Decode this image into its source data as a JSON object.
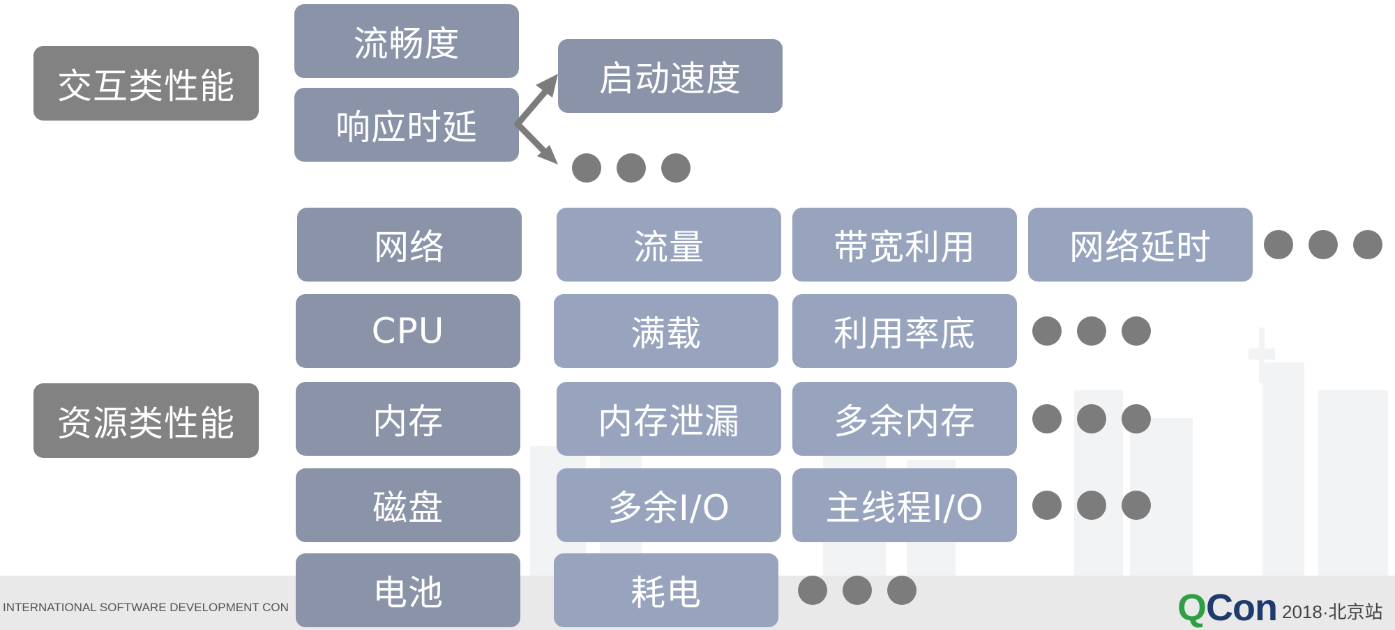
{
  "categories": {
    "interaction": "交互类性能",
    "resource": "资源类性能"
  },
  "interaction": {
    "smoothness": "流畅度",
    "latency": "响应时延",
    "startup": "启动速度"
  },
  "resource_rows": {
    "network": {
      "label": "网络",
      "items": [
        "流量",
        "带宽利用",
        "网络延时"
      ]
    },
    "cpu": {
      "label": "CPU",
      "items": [
        "满载",
        "利用率底"
      ]
    },
    "memory": {
      "label": "内存",
      "items": [
        "内存泄漏",
        "多余内存"
      ]
    },
    "disk": {
      "label": "磁盘",
      "items": [
        "多余I/O",
        "主线程I/O"
      ]
    },
    "battery": {
      "label": "电池",
      "items": [
        "耗电"
      ]
    }
  },
  "footer": {
    "conference_text": "INTERNATIONAL SOFTWARE DEVELOPMENT CON",
    "logo_q": "Q",
    "logo_con": "Con",
    "year_city": "2018·北京站"
  },
  "colors": {
    "category_box": "#828282",
    "primary_box": "#8a93a8",
    "secondary_box": "#98a4be",
    "dots": "#7c7c7c",
    "logo_green": "#2ea043",
    "logo_navy": "#1f3b6e"
  }
}
